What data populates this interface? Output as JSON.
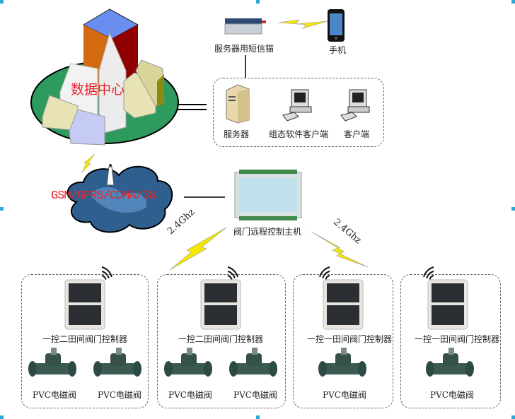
{
  "data_center": {
    "label": "数据中心",
    "label_color": "#e8232a"
  },
  "network": {
    "label": "GSM/GPRS/CDMA/3G",
    "label_color": "#e8232a"
  },
  "server_side": {
    "sms_modem": {
      "label": "服务器用短信猫"
    },
    "phone": {
      "label": "手机"
    },
    "devices": [
      {
        "label": "服务器",
        "icon": "server-icon"
      },
      {
        "label": "组态软件客户端",
        "icon": "desktop-computer-icon"
      },
      {
        "label": "客户端",
        "icon": "desktop-computer-icon"
      }
    ]
  },
  "host": {
    "label": "阀门远程控制主机"
  },
  "wireless": {
    "left_label": "2.4Ghz",
    "right_label": "2.4Ghz"
  },
  "field_units": [
    {
      "controller_label": "一控二田间阀门控制器",
      "valves": [
        "PVC电磁阀",
        "PVC电磁阀"
      ]
    },
    {
      "controller_label": "一控二田间阀门控制器",
      "valves": [
        "PVC电磁阀",
        "PVC电磁阀"
      ]
    },
    {
      "controller_label": "一控一田间阀门控制器",
      "valves": [
        "PVC电磁阀"
      ]
    },
    {
      "controller_label": "一控一田间阀门控制器",
      "valves": [
        "PVC电磁阀"
      ]
    }
  ],
  "colors": {
    "accent_red": "#e8232a",
    "lightning_yellow": "#f4e600",
    "ground_green": "#2e9a5e",
    "cloud_blue": "#2f5f8f"
  }
}
